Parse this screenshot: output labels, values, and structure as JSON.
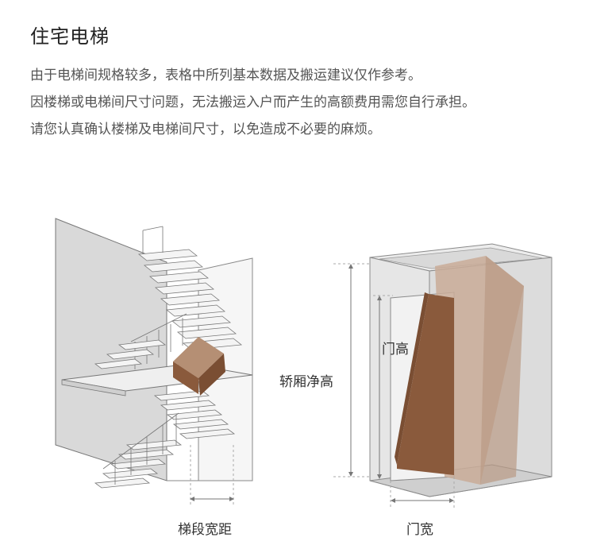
{
  "header": {
    "title": "住宅电梯"
  },
  "notes": [
    "由于电梯间规格较多，表格中所列基本数据及搬运建议仅作参考。",
    "因楼梯或电梯间尺寸问题，无法搬运入户而产生的高额费用需您自行承担。",
    "请您认真确认楼梯及电梯间尺寸，以免造成不必要的麻烦。"
  ],
  "stair_figure": {
    "label_stair_width": "梯段宽距"
  },
  "elevator_figure": {
    "label_cabin_height": "轿厢净高",
    "label_door_height": "门高",
    "label_door_width": "门宽"
  },
  "colors": {
    "box_brown": "#8a5a3c",
    "box_brown_light": "#b58f74",
    "wall_gray": "#d6d6d6",
    "guide_line": "#9a9a9a"
  }
}
